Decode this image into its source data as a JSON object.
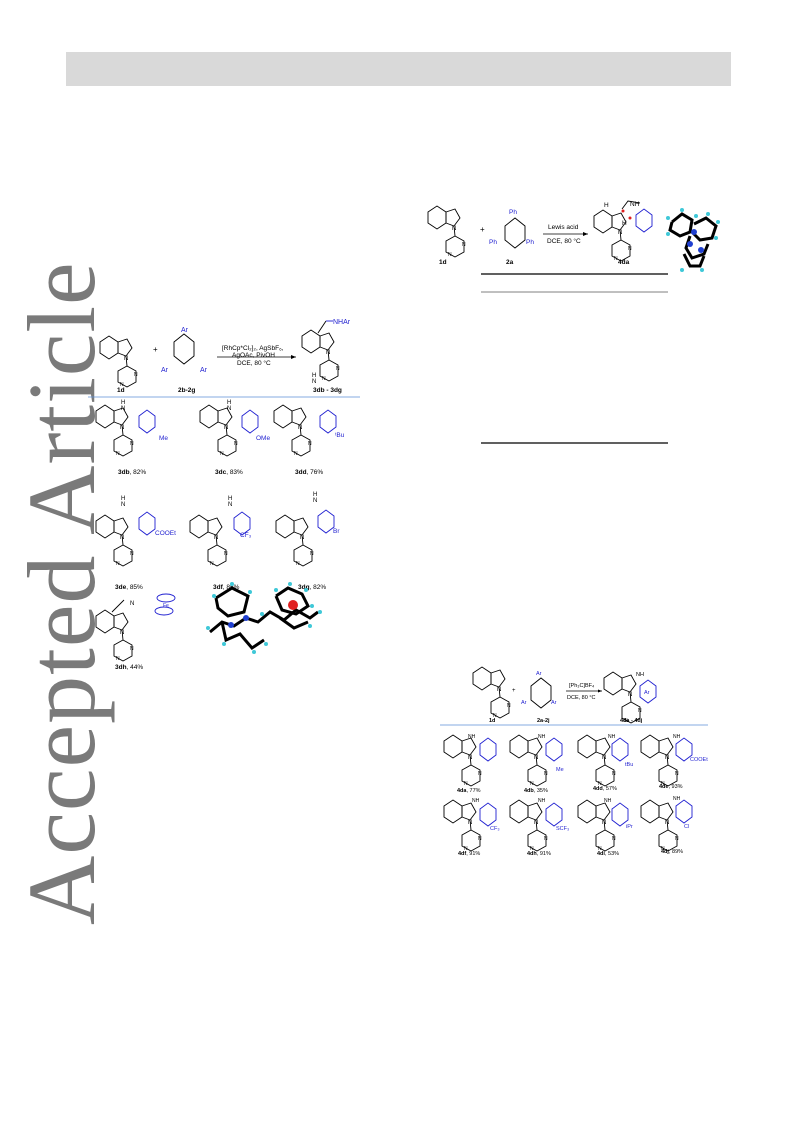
{
  "watermark": "Accepted Article",
  "scheme_left": {
    "reagent_1": "1d",
    "reagent_2": "2b-2g",
    "product_range": "3db - 3dg",
    "ar_label": "Ar",
    "nhar": "NHAr",
    "conditions_line1": "[RhCp*Cl₂]₂, AgSbF₆,",
    "conditions_line2": "AgOAc, PivOH",
    "conditions_line3": "DCE, 80 °C",
    "products": [
      {
        "id": "3db",
        "yield": ", 82%",
        "sub": "Me"
      },
      {
        "id": "3dc",
        "yield": ", 83%",
        "sub": "OMe"
      },
      {
        "id": "3dd",
        "yield": ", 76%",
        "sub": "ᵗBu"
      },
      {
        "id": "3de",
        "yield": ", 85%",
        "sub": "COOEt"
      },
      {
        "id": "3df",
        "yield": ", 85%",
        "sub": "CF₃"
      },
      {
        "id": "3dg",
        "yield": ", 82%",
        "sub": "Br"
      },
      {
        "id": "3dh",
        "yield": ", 44%",
        "sub": "Fe"
      }
    ]
  },
  "scheme_top_right": {
    "reagent_1": "1d",
    "reagent_2": "2a",
    "product": "4da",
    "conditions_line1": "Lewis acid",
    "conditions_line2": "DCE, 80 °C",
    "ph": "Ph",
    "nh": "NH",
    "h": "H"
  },
  "scheme_bottom_right": {
    "reagent_1": "1d",
    "reagent_2": "2a-2j",
    "product_range": "4da - 4dj",
    "conditions_line1": "[Ph₃C]BF₄",
    "conditions_line2": "DCE, 80 °C",
    "products": [
      {
        "id": "4da",
        "yield": ", 77%",
        "sub": ""
      },
      {
        "id": "4db",
        "yield": ", 35%",
        "sub": "Me"
      },
      {
        "id": "4dd",
        "yield": ", 57%",
        "sub": "tBu"
      },
      {
        "id": "4de",
        "yield": ", 93%",
        "sub": "COOEt"
      },
      {
        "id": "4df",
        "yield": ", 91%",
        "sub": "CF₃"
      },
      {
        "id": "4dh",
        "yield": ", 91%",
        "sub": "SCF₃"
      },
      {
        "id": "4di",
        "yield": ", 53%",
        "sub": "iPr"
      },
      {
        "id": "4dj",
        "yield": ", 89%",
        "sub": "Cl"
      }
    ]
  }
}
